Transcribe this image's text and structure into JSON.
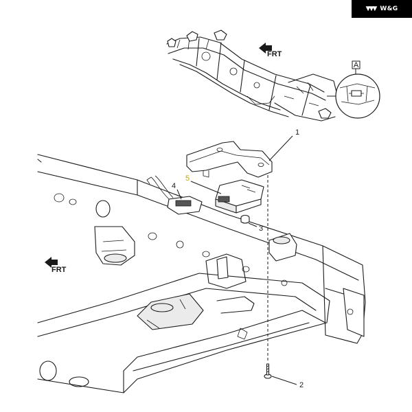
{
  "brand": {
    "logo_text": "W&G",
    "logo_mark_icon": "chevron-triple-icon"
  },
  "overview": {
    "arrow_label": "FRT",
    "detail_label": "A"
  },
  "main_view": {
    "arrow_label": "FRT"
  },
  "callouts": [
    {
      "number": "1",
      "color": "#1a1a1a"
    },
    {
      "number": "2",
      "color": "#1a1a1a"
    },
    {
      "number": "3",
      "color": "#1a1a1a"
    },
    {
      "number": "4",
      "color": "#1a1a1a"
    },
    {
      "number": "5",
      "color": "#c9a800"
    }
  ]
}
